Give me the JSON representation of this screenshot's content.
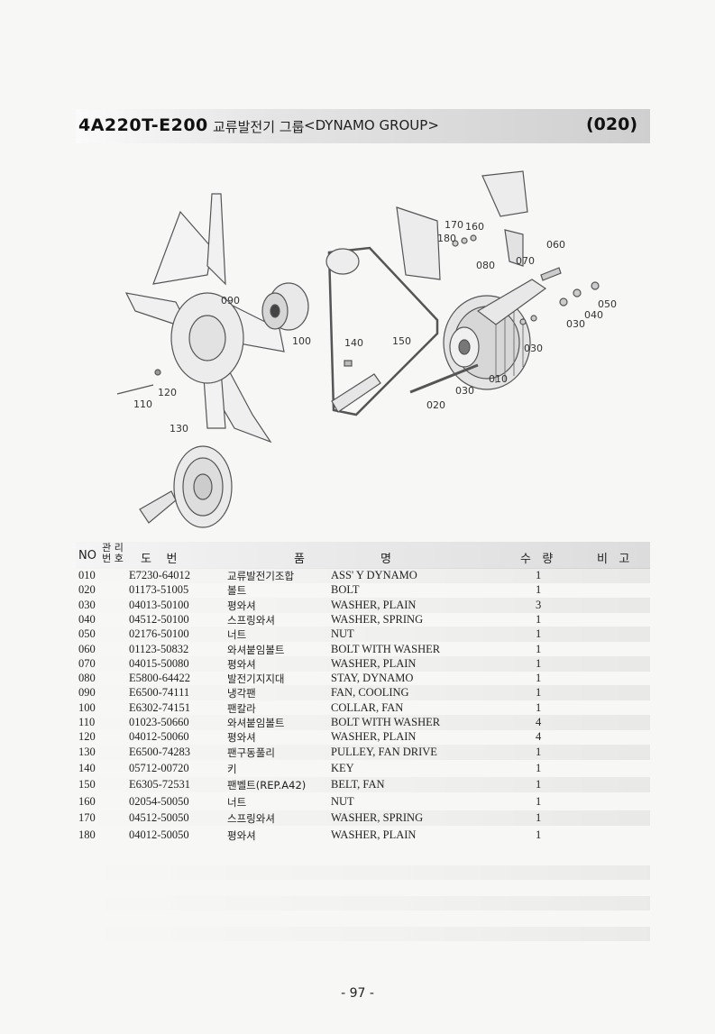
{
  "title": {
    "model": "4A220T-E200",
    "korean": "교류발전기 그룹",
    "english": "<DYNAMO GROUP>",
    "code": "(020)"
  },
  "diagram_labels": [
    "170",
    "160",
    "180",
    "060",
    "080",
    "070",
    "090",
    "050",
    "040",
    "030",
    "100",
    "140",
    "150",
    "030",
    "010",
    "030",
    "020",
    "120",
    "110",
    "130"
  ],
  "table": {
    "headers": {
      "no": "NO",
      "mgmt_top": "관 리",
      "mgmt_bottom": "번 호",
      "drawing": "도    번",
      "part": "품",
      "name": "명",
      "qty": "수   량",
      "remarks": "비   고"
    },
    "rows": [
      {
        "no": "010",
        "part_no": "E7230-64012",
        "korean": "교류발전기조합",
        "english": "ASS' Y DYNAMO",
        "qty": "1"
      },
      {
        "no": "020",
        "part_no": "01173-51005",
        "korean": "볼트",
        "english": "BOLT",
        "qty": "1"
      },
      {
        "no": "030",
        "part_no": "04013-50100",
        "korean": "평와셔",
        "english": "WASHER, PLAIN",
        "qty": "3"
      },
      {
        "no": "040",
        "part_no": "04512-50100",
        "korean": "스프링와셔",
        "english": "WASHER, SPRING",
        "qty": "1"
      },
      {
        "no": "050",
        "part_no": "02176-50100",
        "korean": "너트",
        "english": "NUT",
        "qty": "1"
      },
      {
        "no": "060",
        "part_no": "01123-50832",
        "korean": "와셔붙임볼트",
        "english": "BOLT WITH WASHER",
        "qty": "1"
      },
      {
        "no": "070",
        "part_no": "04015-50080",
        "korean": "평와셔",
        "english": "WASHER, PLAIN",
        "qty": "1"
      },
      {
        "no": "080",
        "part_no": "E5800-64422",
        "korean": "발전기지지대",
        "english": "STAY, DYNAMO",
        "qty": "1"
      },
      {
        "no": "090",
        "part_no": "E6500-74111",
        "korean": "냉각팬",
        "english": "FAN, COOLING",
        "qty": "1"
      },
      {
        "no": "100",
        "part_no": "E6302-74151",
        "korean": "팬칼라",
        "english": "COLLAR, FAN",
        "qty": "1"
      },
      {
        "no": "110",
        "part_no": "01023-50660",
        "korean": "와셔붙임볼트",
        "english": "BOLT WITH WASHER",
        "qty": "4"
      },
      {
        "no": "120",
        "part_no": "04012-50060",
        "korean": "평와셔",
        "english": "WASHER, PLAIN",
        "qty": "4"
      },
      {
        "no": "130",
        "part_no": "E6500-74283",
        "korean": "팬구동풀리",
        "english": "PULLEY, FAN DRIVE",
        "qty": "1"
      },
      {
        "no": "140",
        "part_no": "05712-00720",
        "korean": "키",
        "english": "KEY",
        "qty": "1"
      },
      {
        "no": "150",
        "part_no": "E6305-72531",
        "korean": "팬벨트(REP.A42)",
        "english": "BELT, FAN",
        "qty": "1"
      },
      {
        "no": "160",
        "part_no": "02054-50050",
        "korean": "너트",
        "english": "NUT",
        "qty": "1"
      },
      {
        "no": "170",
        "part_no": "04512-50050",
        "korean": "스프링와셔",
        "english": "WASHER, SPRING",
        "qty": "1"
      },
      {
        "no": "180",
        "part_no": "04012-50050",
        "korean": "평와셔",
        "english": "WASHER, PLAIN",
        "qty": "1"
      }
    ]
  },
  "page_number": "- 97 -"
}
